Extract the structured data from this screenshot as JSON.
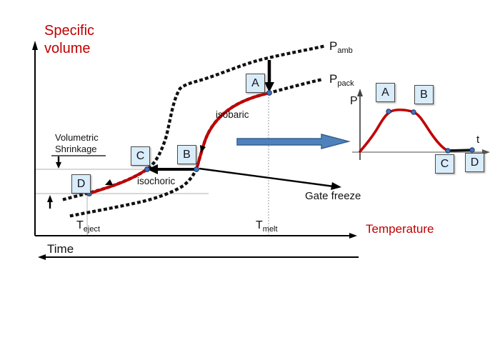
{
  "main_chart": {
    "y_axis_label": "Specific volume",
    "x_axis_label": "Temperature",
    "time_label": "Time",
    "shrinkage_label": "Volumetric Shrinkage",
    "isobaric_label": "isobaric",
    "isochoric_label": "isochoric",
    "gate_freeze_label": "Gate freeze",
    "t_eject": {
      "base": "T",
      "sub": "eject"
    },
    "t_melt": {
      "base": "T",
      "sub": "melt"
    },
    "p_amb": {
      "base": "P",
      "sub": "amb"
    },
    "p_pack": {
      "base": "P",
      "sub": "pack"
    },
    "points": {
      "a": "A",
      "b": "B",
      "c": "C",
      "d": "D"
    }
  },
  "inset_chart": {
    "y_axis_label": "P",
    "x_axis_label": "t",
    "points": {
      "a": "A",
      "b": "B",
      "c": "C",
      "d": "D"
    }
  },
  "colors": {
    "accent_red": "#c00000",
    "box_fill": "#d9ecf9",
    "box_border": "#4a4a4a",
    "state_dot": "#4472c4",
    "state_dot_border": "#17375e",
    "big_arrow_fill": "#4f81bd",
    "big_arrow_border": "#36618e",
    "gridline": "#b0b0b0"
  }
}
